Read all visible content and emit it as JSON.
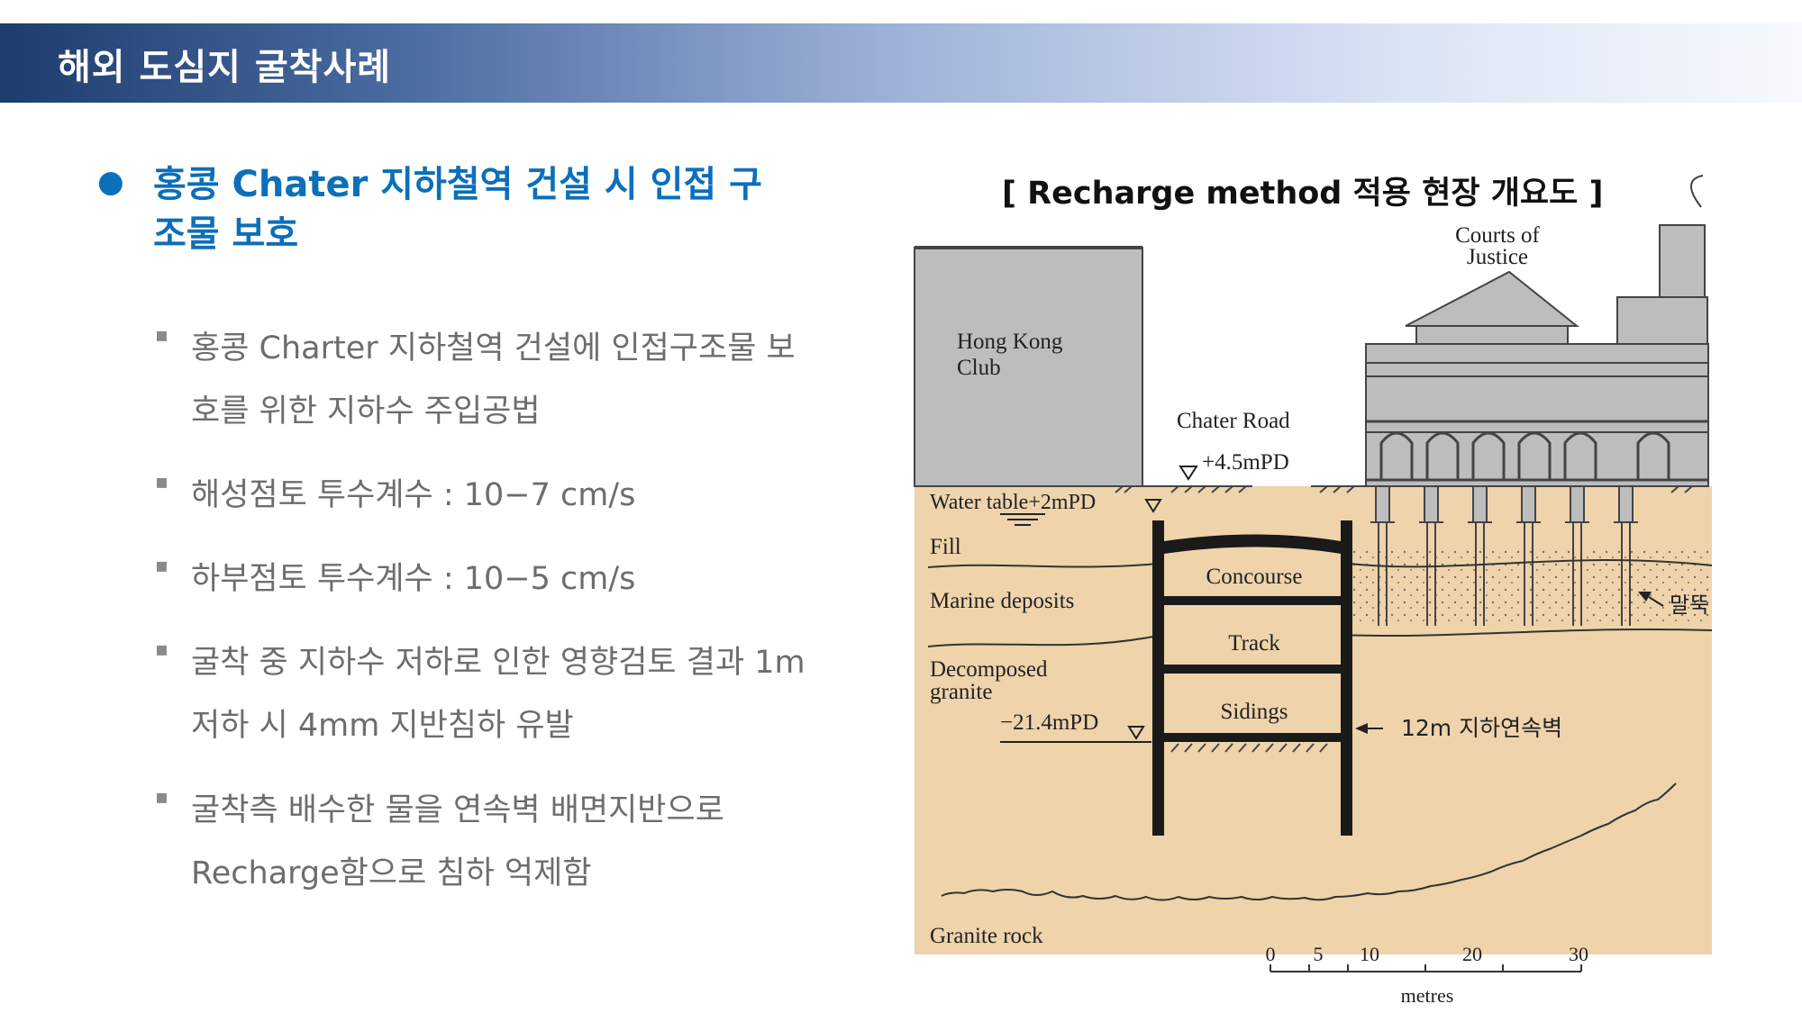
{
  "header": {
    "title": "해외 도심지 굴착사례"
  },
  "main": {
    "heading": "홍콩 Chater 지하철역 건설 시 인접 구조물 보호",
    "bullet_symbol": "●",
    "sub_bullet_symbol": "▪",
    "items": [
      {
        "text": "홍콩 Charter 지하철역 건설에 인접구조물 보호를 위한 지하수 주입공법"
      },
      {
        "text": "해성점토 투수계수 : 10−7 cm/s"
      },
      {
        "text": "하부점토 투수계수 : 10−5 cm/s"
      },
      {
        "text": "굴착 중 지하수 저하로 인한 영향검토 결과 1m 저하 시 4mm 지반침하 유발"
      },
      {
        "text": "굴착측 배수한 물을 연속벽 배면지반으로 Recharge함으로 침하 억제함"
      }
    ]
  },
  "figure": {
    "caption": "[ Recharge method 적용 현장 개요도 ]",
    "labels": {
      "hong_kong_club_1": "Hong Kong",
      "hong_kong_club_2": "Club",
      "courts_1": "Courts of",
      "courts_2": "Justice",
      "chater_road": "Chater Road",
      "road_level": "+4.5mPD",
      "water_table": "Water table+2mPD",
      "fill": "Fill",
      "marine": "Marine deposits",
      "decomposed_1": "Decomposed",
      "decomposed_2": "granite",
      "base_level": "−21.4mPD",
      "concourse": "Concourse",
      "track": "Track",
      "sidings": "Sidings",
      "wall": "12m 지하연속벽",
      "piles": "말뚝",
      "granite": "Granite rock",
      "scale_unit": "metres"
    },
    "scale_ticks": [
      "0",
      "5",
      "10",
      "20",
      "30"
    ],
    "colors": {
      "soil": "#efd3ab",
      "building": "#bdbdbd",
      "heading": "#0b6fba",
      "header_dark": "#1e3c6e"
    }
  }
}
